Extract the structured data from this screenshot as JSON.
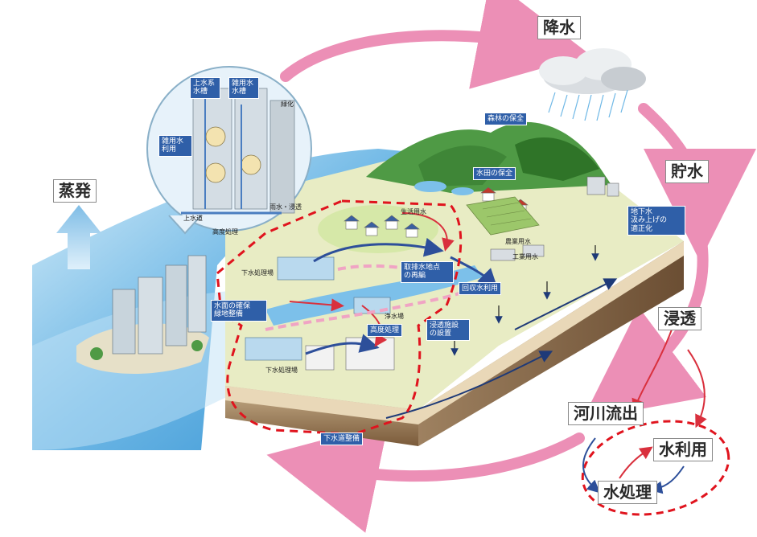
{
  "cycle": {
    "precipitation": "降水",
    "storage": "貯水",
    "infiltration": "浸透",
    "river_outflow": "河川流出",
    "evaporation": "蒸発",
    "water_use": "水利用",
    "water_treatment": "水処理"
  },
  "inset": {
    "upper_tank": "上水系\n水槽",
    "misc_tank": "雑用水\n水槽",
    "misc_use": "雑用水\n利用",
    "greening": "緑化",
    "upper_water": "上水道",
    "advanced": "高度処理",
    "rain": "雨水・浸透"
  },
  "tags": {
    "forest": "森林の保全",
    "paddy": "水田の保全",
    "groundwater": "地下水\n汲み上げの\n適正化",
    "intake": "取排水地点\nの再編",
    "recovery": "回収水利用",
    "waterfront": "水面の確保\n緑地整備",
    "advanced_treatment": "高度処理",
    "infiltration_facility": "浸透施設\nの設置",
    "sewer_bottom": "下水道整備"
  },
  "small_labels": {
    "domestic": "生活用水",
    "agri": "農業用水",
    "industrial": "工業用水",
    "sewage_plant_1": "下水処理場",
    "sewage_plant_2": "下水処理場",
    "purification": "浄水場"
  },
  "colors": {
    "cycle_arrow": "#ec8fb6",
    "evap_arrow": "#8fc6ea",
    "tag_blue": "#2f5fa8",
    "ocean": "#6fb8e6",
    "red_dash": "#e0141e"
  }
}
